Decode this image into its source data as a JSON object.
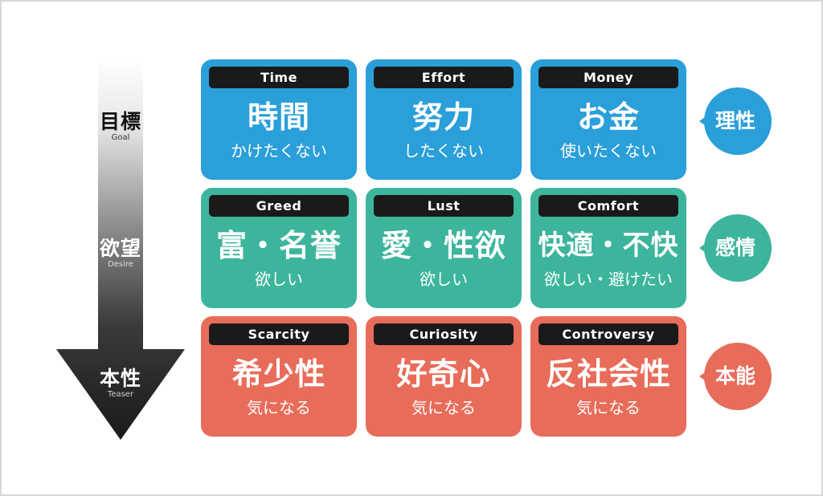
{
  "colors": {
    "row_0": "#2a9fd9",
    "row_1": "#3cb59c",
    "row_2": "#e86c5a",
    "tag_bg": "#1a1a1a"
  },
  "levels": [
    {
      "label": "目標",
      "sub": "Goal"
    },
    {
      "label": "欲望",
      "sub": "Desire"
    },
    {
      "label": "本性",
      "sub": "Teaser"
    }
  ],
  "rows": [
    {
      "bubble": "理性",
      "cards": [
        {
          "tag": "Time",
          "main": "時間",
          "sub": "かけたくない"
        },
        {
          "tag": "Effort",
          "main": "努力",
          "sub": "したくない"
        },
        {
          "tag": "Money",
          "main": "お金",
          "sub": "使いたくない"
        }
      ]
    },
    {
      "bubble": "感情",
      "cards": [
        {
          "tag": "Greed",
          "main": "富・名誉",
          "sub": "欲しい"
        },
        {
          "tag": "Lust",
          "main": "愛・性欲",
          "sub": "欲しい"
        },
        {
          "tag": "Comfort",
          "main": "快適・不快",
          "sub": "欲しい・避けたい"
        }
      ]
    },
    {
      "bubble": "本能",
      "cards": [
        {
          "tag": "Scarcity",
          "main": "希少性",
          "sub": "気になる"
        },
        {
          "tag": "Curiosity",
          "main": "好奇心",
          "sub": "気になる"
        },
        {
          "tag": "Controversy",
          "main": "反社会性",
          "sub": "気になる"
        }
      ]
    }
  ]
}
